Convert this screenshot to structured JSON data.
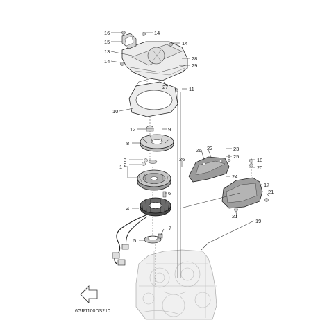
{
  "diagram": {
    "code": "6GR1100DS210",
    "callouts": [
      {
        "id": "c16",
        "text": "16"
      },
      {
        "id": "c14a",
        "text": "14"
      },
      {
        "id": "c15",
        "text": "15"
      },
      {
        "id": "c14b",
        "text": "14"
      },
      {
        "id": "c13",
        "text": "13"
      },
      {
        "id": "c14c",
        "text": "14"
      },
      {
        "id": "c28",
        "text": "28"
      },
      {
        "id": "c29",
        "text": "29"
      },
      {
        "id": "c27",
        "text": "27"
      },
      {
        "id": "c11",
        "text": "11"
      },
      {
        "id": "c10",
        "text": "10"
      },
      {
        "id": "c12",
        "text": "12"
      },
      {
        "id": "c9",
        "text": "9"
      },
      {
        "id": "c8",
        "text": "8"
      },
      {
        "id": "c26a",
        "text": "26"
      },
      {
        "id": "c22",
        "text": "22"
      },
      {
        "id": "c23",
        "text": "23"
      },
      {
        "id": "c25",
        "text": "25"
      },
      {
        "id": "c18",
        "text": "18"
      },
      {
        "id": "c20",
        "text": "20"
      },
      {
        "id": "c3",
        "text": "3"
      },
      {
        "id": "c2",
        "text": "2"
      },
      {
        "id": "c1",
        "text": "1"
      },
      {
        "id": "c26b",
        "text": "26"
      },
      {
        "id": "c24",
        "text": "24"
      },
      {
        "id": "c17",
        "text": "17"
      },
      {
        "id": "c21a",
        "text": "21"
      },
      {
        "id": "c6",
        "text": "6"
      },
      {
        "id": "c4",
        "text": "4"
      },
      {
        "id": "c21b",
        "text": "21"
      },
      {
        "id": "c19",
        "text": "19"
      },
      {
        "id": "c7",
        "text": "7"
      },
      {
        "id": "c5",
        "text": "5"
      }
    ]
  }
}
